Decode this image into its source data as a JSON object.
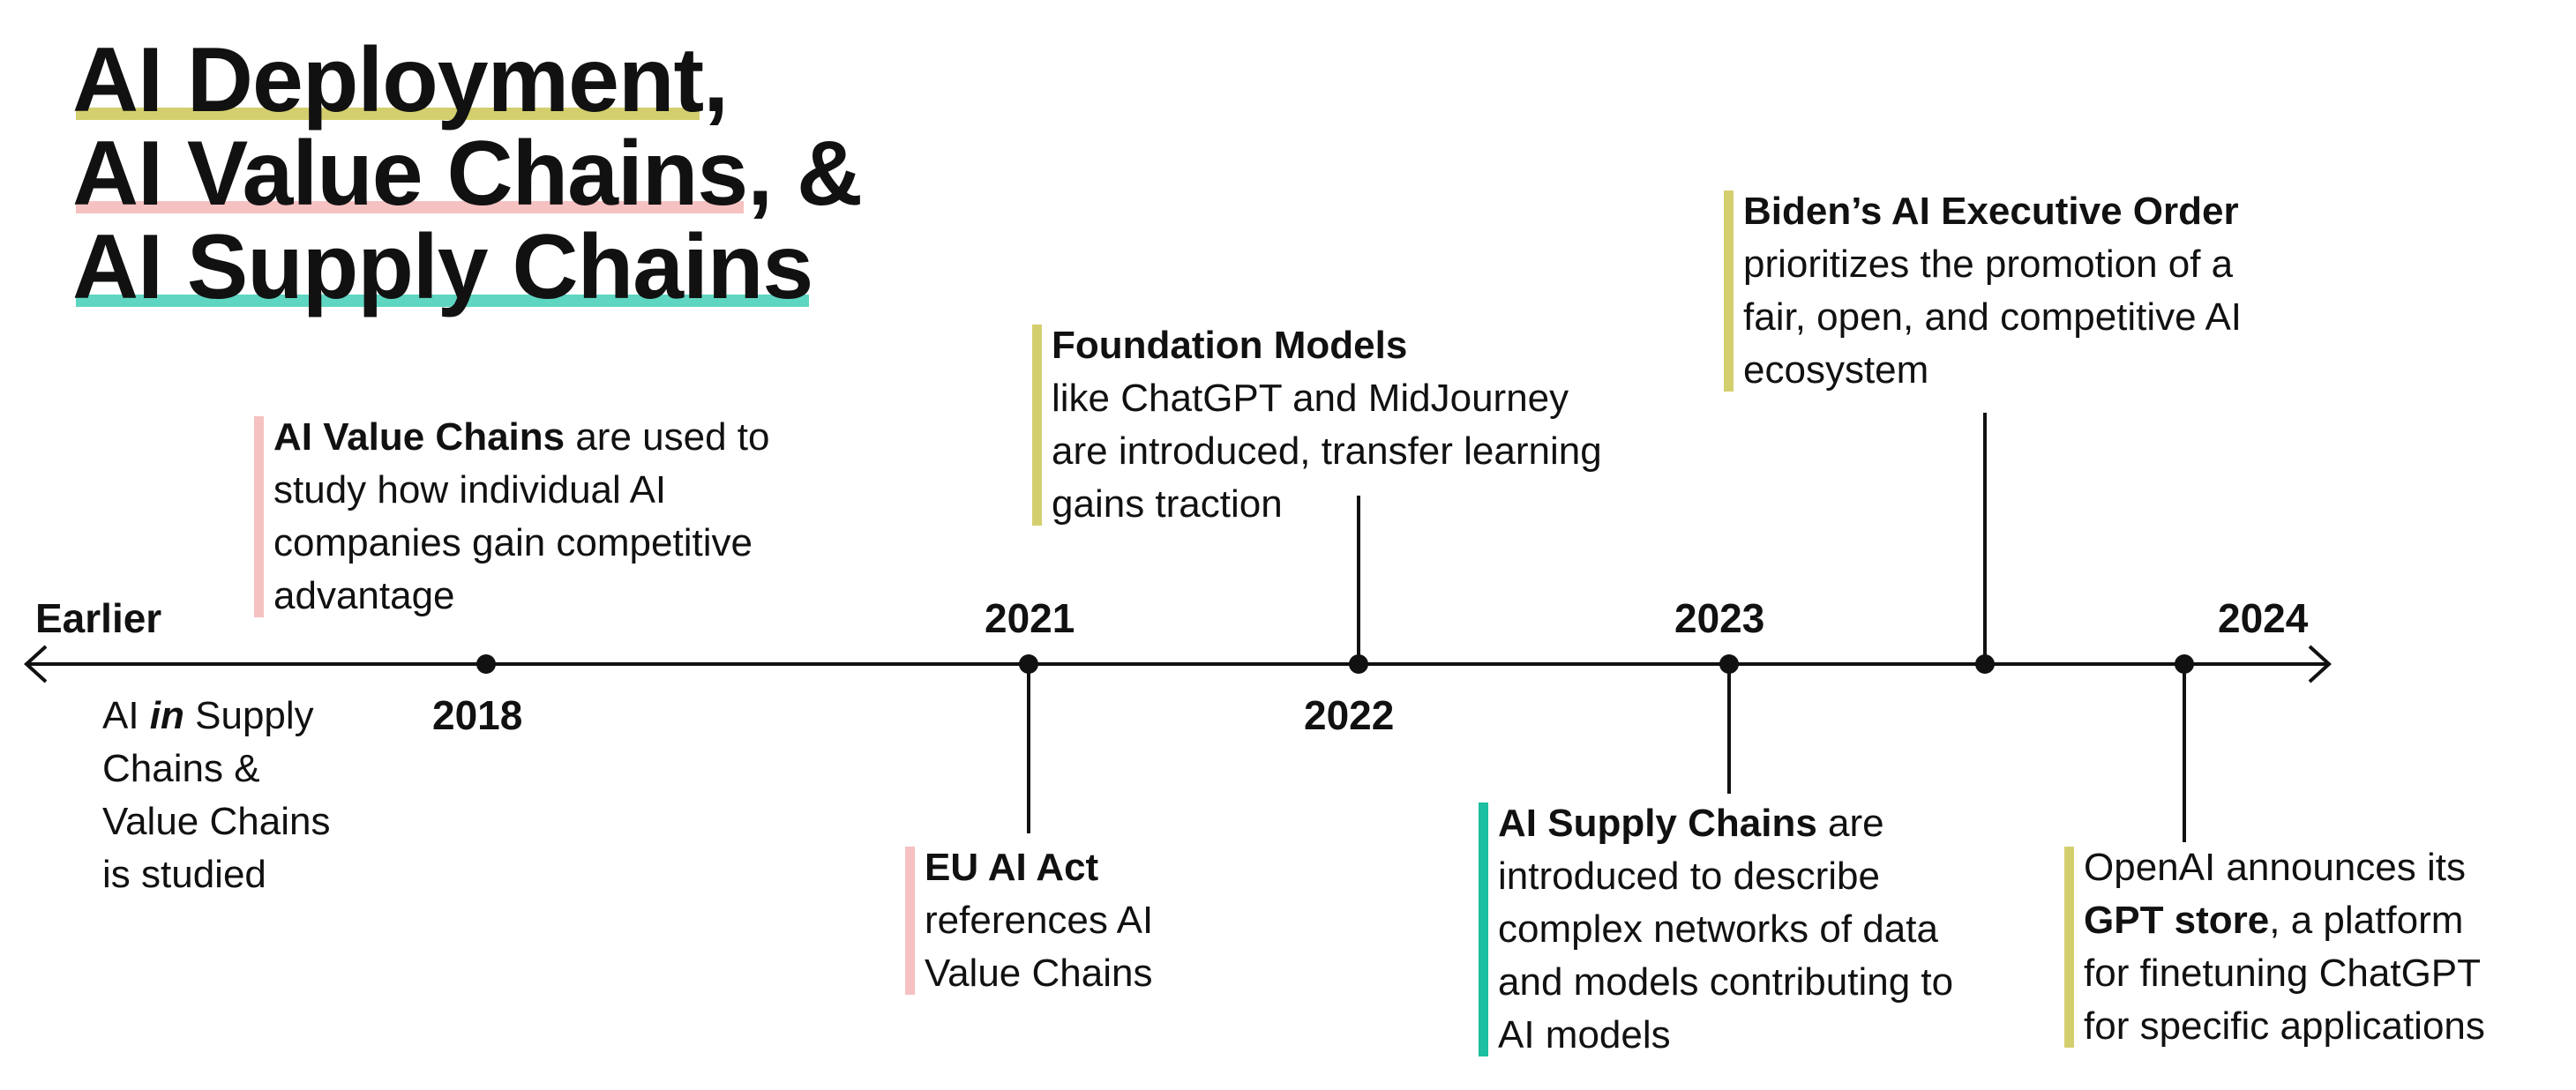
{
  "title": {
    "line1_highlight": "AI Deployment",
    "line1_rest": ",",
    "line2_highlight": "AI Value Chains",
    "line2_rest": ", &",
    "line3_highlight": "AI Supply Chains"
  },
  "colors": {
    "yellow": "#d4cf6e",
    "pink": "#f6c1c1",
    "teal": "#5fd6c2",
    "axis": "#111111"
  },
  "years": {
    "earlier": "Earlier",
    "y2018": "2018",
    "y2021": "2021",
    "y2022": "2022",
    "y2023": "2023",
    "y2024": "2024"
  },
  "earlier_note": {
    "l1_pre": "AI ",
    "l1_em": "in",
    "l1_post": " Supply",
    "l2": "Chains &",
    "l3": "Value Chains",
    "l4": "is studied"
  },
  "events": {
    "value_chains": {
      "bold": "AI Value Chains",
      "rest": " are used to",
      "l2": "study how individual AI",
      "l3": "companies gain competitive",
      "l4": "advantage"
    },
    "foundation": {
      "bold": "Foundation Models",
      "l2": "like ChatGPT and MidJourney",
      "l3": "are introduced, transfer learning",
      "l4": "gains traction"
    },
    "biden": {
      "bold": "Biden’s AI Executive Order",
      "l2": "prioritizes the promotion of a",
      "l3": "fair, open, and competitive AI",
      "l4": "ecosystem"
    },
    "eu_act": {
      "bold": "EU AI Act",
      "l2": "references AI",
      "l3": "Value Chains"
    },
    "supply_chains": {
      "bold": "AI Supply Chains",
      "rest": " are",
      "l2": "introduced to describe",
      "l3": "complex networks of data",
      "l4": "and models contributing to",
      "l5": "AI models"
    },
    "gpt_store": {
      "l1": "OpenAI announces its",
      "bold": "GPT store",
      "rest": ", a platform",
      "l3": "for finetuning ChatGPT",
      "l4": "for specific applications"
    }
  }
}
